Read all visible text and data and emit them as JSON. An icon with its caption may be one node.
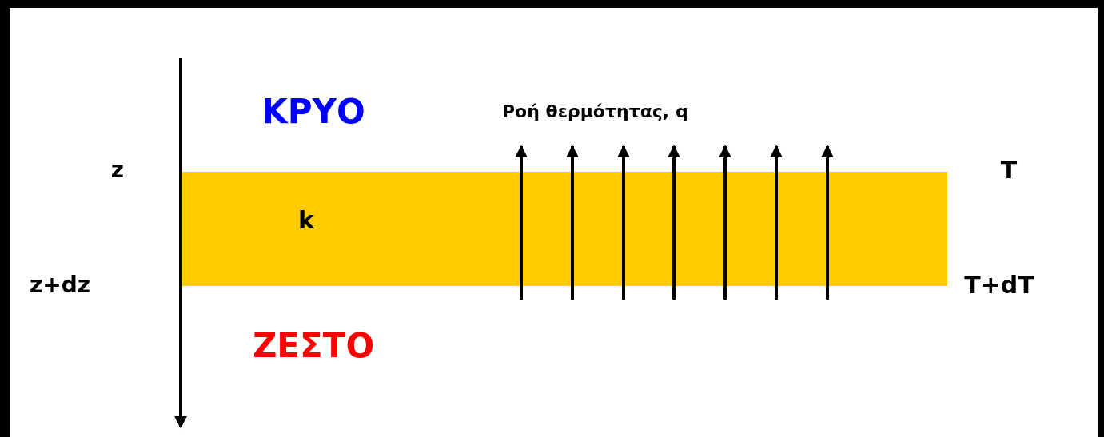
{
  "diagram": {
    "nodes": [
      {
        "text": [
          "k"
        ]
      }
    ],
    "labels": [
      "ΚΡΥΟ",
      "Ροή θερμότητας, q",
      "z",
      "T",
      "z+dz",
      "T+dT",
      "ΖΕΣΤΟ"
    ]
  }
}
